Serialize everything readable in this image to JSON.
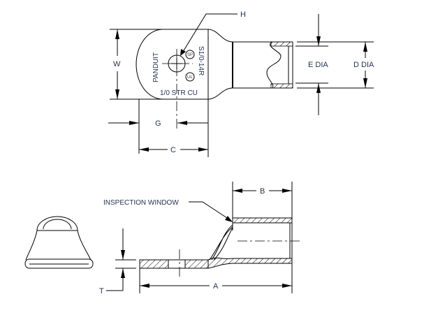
{
  "top_view": {
    "labels": {
      "H": "H",
      "W": "W",
      "G": "G",
      "C": "C",
      "E": "E DIA",
      "D": "D DIA"
    },
    "markings": {
      "brand": "PANDUIT",
      "part": "S1/0-14R",
      "wire": "1/0 STR CU",
      "csa_logo": "SP",
      "ul_logo": "UL"
    }
  },
  "side_view": {
    "labels": {
      "B": "B",
      "A": "A",
      "T": "T",
      "inspection": "INSPECTION WINDOW"
    }
  }
}
